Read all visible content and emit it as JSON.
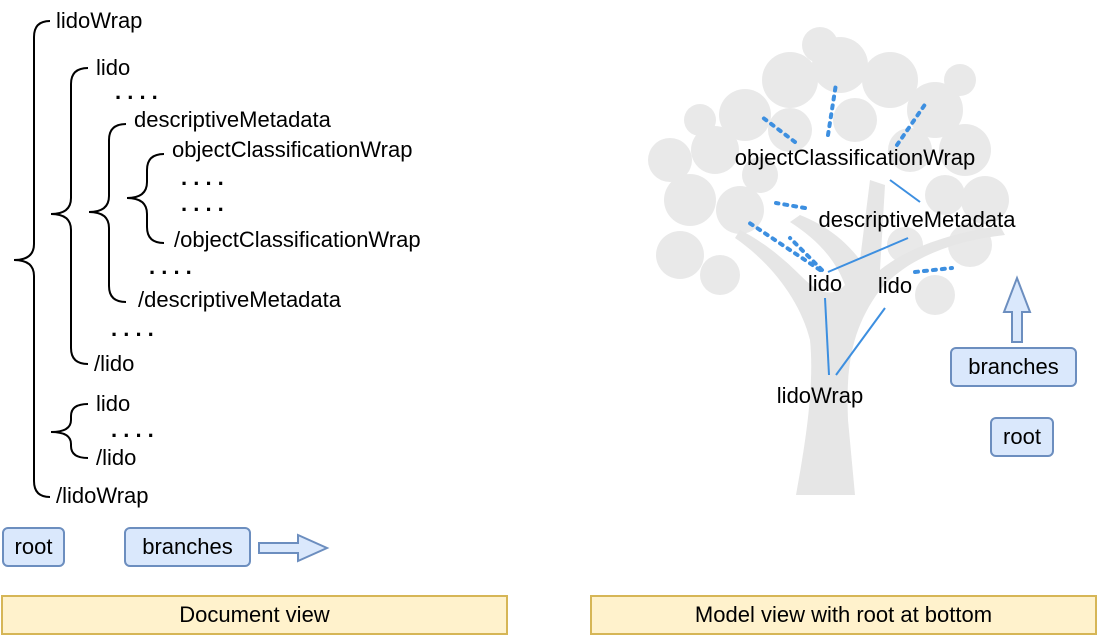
{
  "document_view": {
    "nodes": {
      "lidowrap_open": "lidoWrap",
      "lido1_open": "lido",
      "dots1": ". . . .",
      "descmeta_open": "descriptiveMetadata",
      "ocw_open": "objectClassificationWrap",
      "dots2": ". . . .",
      "dots3": ". . . .",
      "ocw_close": "/objectClassificationWrap",
      "dots4": ". . . .",
      "descmeta_close": "/descriptiveMetadata",
      "dots5": ". . . .",
      "lido1_close": "/lido",
      "lido2_open": "lido",
      "dots6": ". . . .",
      "lido2_close": "/lido",
      "lidowrap_close": "/lidoWrap"
    },
    "legend": {
      "root": "root",
      "branches": "branches"
    },
    "caption": "Document view"
  },
  "model_view": {
    "nodes": {
      "ocw": "objectClassificationWrap",
      "descmeta": "descriptiveMetadata",
      "lido_left": "lido",
      "lido_right": "lido",
      "lidowrap": "lidoWrap"
    },
    "legend": {
      "branches": "branches",
      "root": "root"
    },
    "caption": "Model view with root at bottom"
  },
  "colors": {
    "edge": "#3d8fe0",
    "box_fill": "#dae8fc",
    "box_border": "#6c8ebf",
    "caption_fill": "#fff2cc",
    "caption_border": "#d6b656",
    "tree": "#e6e6e6"
  }
}
